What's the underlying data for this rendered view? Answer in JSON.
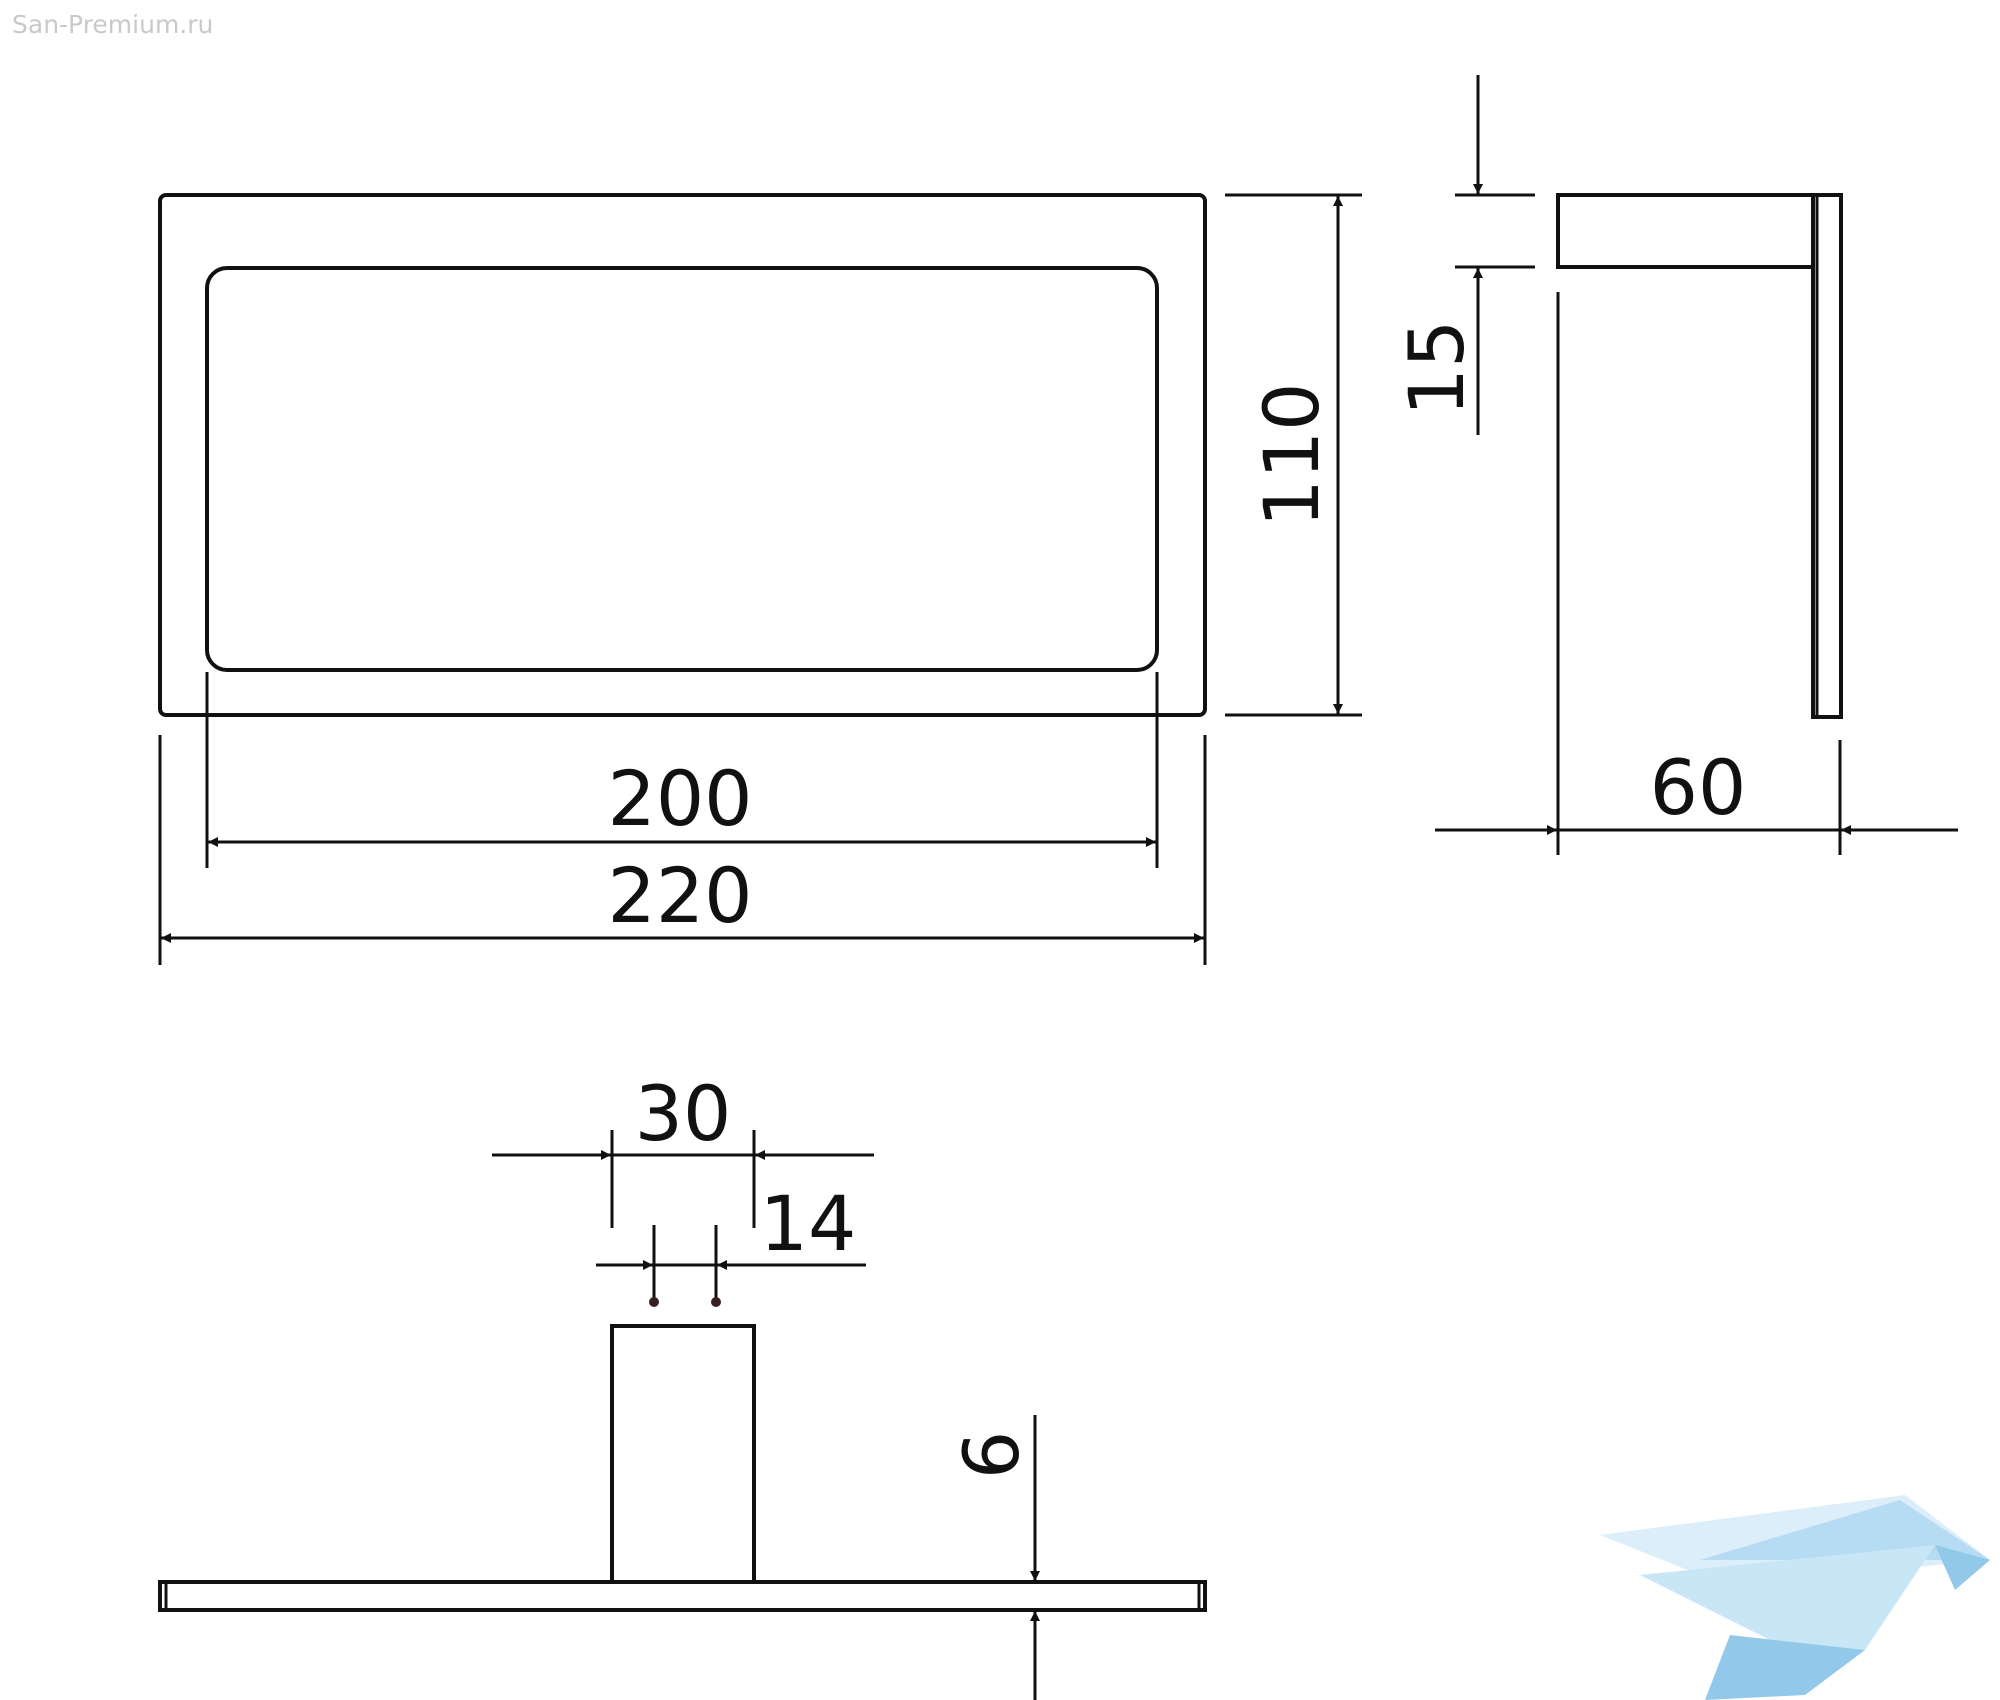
{
  "watermark": {
    "text": "San-Premium.ru"
  },
  "colors": {
    "line": "#111111",
    "watermark_text": "#c9c9c9",
    "logo_light": "#d6ecf8",
    "logo_mid": "#a9d6f0",
    "logo_dark": "#7fc0e6"
  },
  "dimensions": {
    "inner_width": "200",
    "outer_width": "220",
    "height": "110",
    "side_top_thickness": "15",
    "side_depth": "60",
    "bracket_width": "30",
    "hole_spacing": "14",
    "base_thickness": "6"
  },
  "logo": {
    "icon": "bird-logo-icon"
  }
}
